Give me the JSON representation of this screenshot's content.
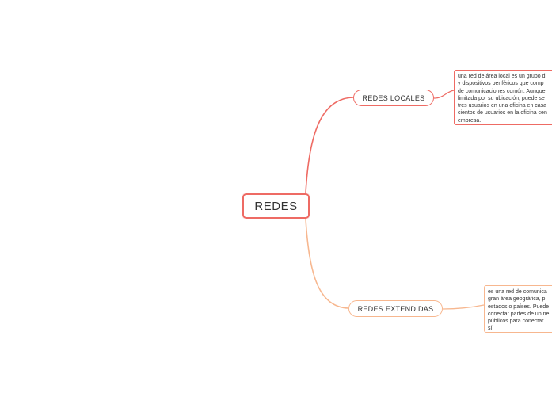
{
  "root": {
    "label": "REDES"
  },
  "branches": [
    {
      "label": "REDES LOCALES",
      "color": "#ee6b64",
      "note": "una red de área local es un grupo d\ny dispositivos periféricos que comp\nde comunicaciones común. Aunque\nlimitada por su ubicación, puede se\ntres usuarios en una oficina en casa\ncientos de usuarios en la oficina cen\nempresa."
    },
    {
      "label": "REDES EXTENDIDAS",
      "color": "#f7b78f",
      "note": "es una red de comunica\ngran área geográfica, p\nestados o países. Puede\nconectar partes de un ne\npúblicos para conectar\nsí."
    }
  ]
}
